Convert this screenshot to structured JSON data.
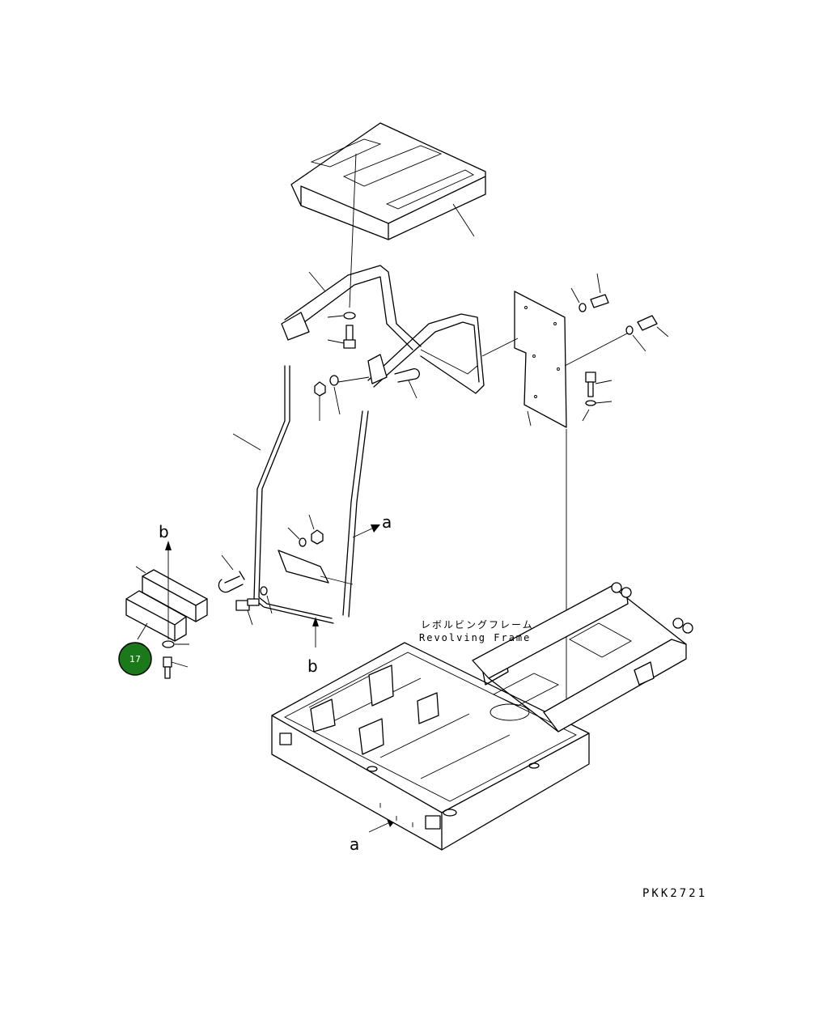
{
  "labels": {
    "a_top": "a",
    "a_bottom": "a",
    "b_top": "b",
    "b_bottom": "b"
  },
  "frame_label": {
    "japanese": "レボルビングフレーム",
    "english": "Revolving Frame"
  },
  "callout": {
    "number": "17",
    "color": "#1a7a1a"
  },
  "drawing_code": "PKK2721"
}
